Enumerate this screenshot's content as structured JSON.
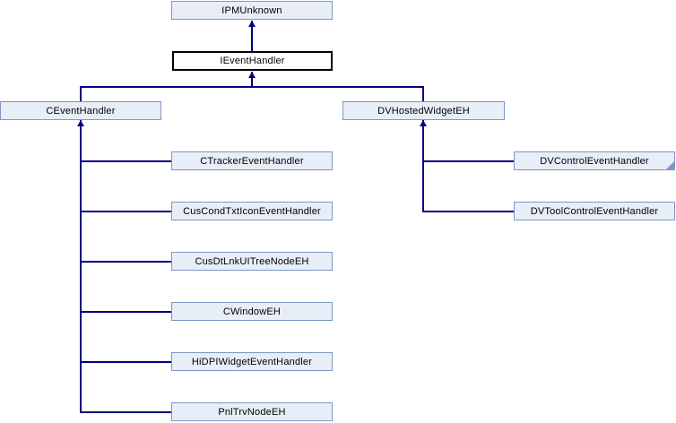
{
  "diagram": {
    "type": "class-inheritance",
    "colors": {
      "background": "#FFFFFF",
      "node_fill": "#E8EEF7",
      "node_border": "#7E97C3",
      "current_node_fill": "#FFFFFF",
      "current_node_border": "#000000",
      "edge_line": "#000080",
      "text": "#000000"
    },
    "nodes": [
      {
        "label": "IPMUnknown",
        "style": "default",
        "parents": []
      },
      {
        "label": "IEventHandler",
        "style": "current",
        "parents": [
          "IPMUnknown"
        ]
      },
      {
        "label": "CEventHandler",
        "style": "default",
        "parents": [
          "IEventHandler"
        ]
      },
      {
        "label": "DVHostedWidgetEH",
        "style": "default",
        "parents": [
          "IEventHandler"
        ]
      },
      {
        "label": "CTrackerEventHandler",
        "style": "default",
        "parents": [
          "CEventHandler"
        ]
      },
      {
        "label": "CusCondTxtIconEventHandler",
        "style": "default",
        "parents": [
          "CEventHandler"
        ]
      },
      {
        "label": "CusDtLnkUITreeNodeEH",
        "style": "default",
        "parents": [
          "CEventHandler"
        ]
      },
      {
        "label": "CWindowEH",
        "style": "default",
        "parents": [
          "CEventHandler"
        ]
      },
      {
        "label": "HiDPIWidgetEventHandler",
        "style": "default",
        "parents": [
          "CEventHandler"
        ]
      },
      {
        "label": "PnlTrvNodeEH",
        "style": "default",
        "parents": [
          "CEventHandler"
        ]
      },
      {
        "label": "DVControlEventHandler",
        "style": "default",
        "parents": [
          "DVHostedWidgetEH"
        ],
        "has_hidden_derived": true
      },
      {
        "label": "DVToolControlEventHandler",
        "style": "default",
        "parents": [
          "DVHostedWidgetEH"
        ]
      }
    ]
  }
}
